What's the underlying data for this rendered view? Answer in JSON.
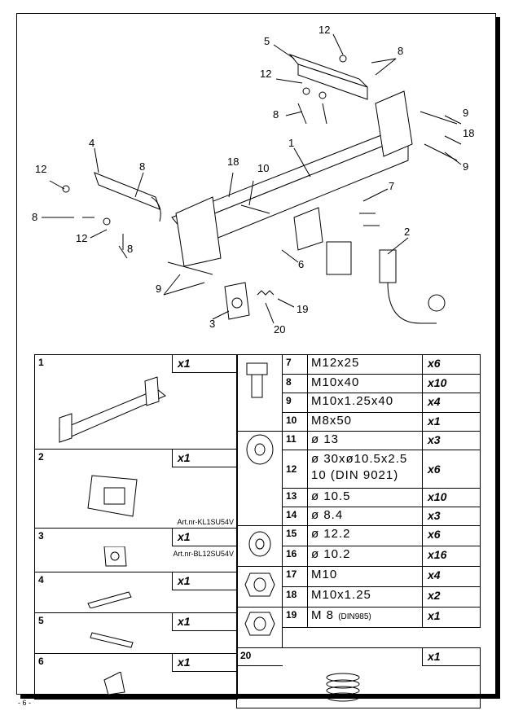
{
  "diagram": {
    "callouts": [
      "12",
      "5",
      "8",
      "12",
      "8",
      "9",
      "18",
      "1",
      "4",
      "8",
      "10",
      "18",
      "7",
      "12",
      "8",
      "12",
      "8",
      "9",
      "2",
      "6",
      "9",
      "19",
      "3",
      "20"
    ]
  },
  "parts_left": [
    {
      "num": "1",
      "qty": "x1",
      "art": ""
    },
    {
      "num": "2",
      "qty": "x1",
      "art": "Art.nr-KL1SU54V"
    },
    {
      "num": "3",
      "qty": "x1",
      "art": "Art.nr-BL12SU54V"
    },
    {
      "num": "4",
      "qty": "x1",
      "art": ""
    },
    {
      "num": "5",
      "qty": "x1",
      "art": ""
    },
    {
      "num": "6",
      "qty": "x1",
      "art": ""
    }
  ],
  "parts_right": [
    {
      "num": "7",
      "desc": "M12x25",
      "qty": "x6"
    },
    {
      "num": "8",
      "desc": "M10x40",
      "qty": "x10"
    },
    {
      "num": "9",
      "desc": "M10x1.25x40",
      "qty": "x4"
    },
    {
      "num": "10",
      "desc": "M8x50",
      "qty": "x1"
    },
    {
      "num": "11",
      "desc": "ø 13",
      "qty": "x3"
    },
    {
      "num": "12",
      "desc": "ø 30xø10.5x2.5",
      "desc2": "10   (DIN 9021)",
      "qty": "x6"
    },
    {
      "num": "13",
      "desc": "ø 10.5",
      "qty": "x10"
    },
    {
      "num": "14",
      "desc": "ø 8.4",
      "qty": "x3"
    },
    {
      "num": "15",
      "desc": "ø 12.2",
      "qty": "x6"
    },
    {
      "num": "16",
      "desc": "ø 10.2",
      "qty": "x16"
    },
    {
      "num": "17",
      "desc": "M10",
      "qty": "x4"
    },
    {
      "num": "18",
      "desc": "M10x1.25",
      "qty": "x2"
    },
    {
      "num": "19",
      "desc": "M 8",
      "desc_small": "(DIN985)",
      "qty": "x1"
    }
  ],
  "part20": {
    "num": "20",
    "qty": "x1"
  },
  "footer": "- 6 -"
}
